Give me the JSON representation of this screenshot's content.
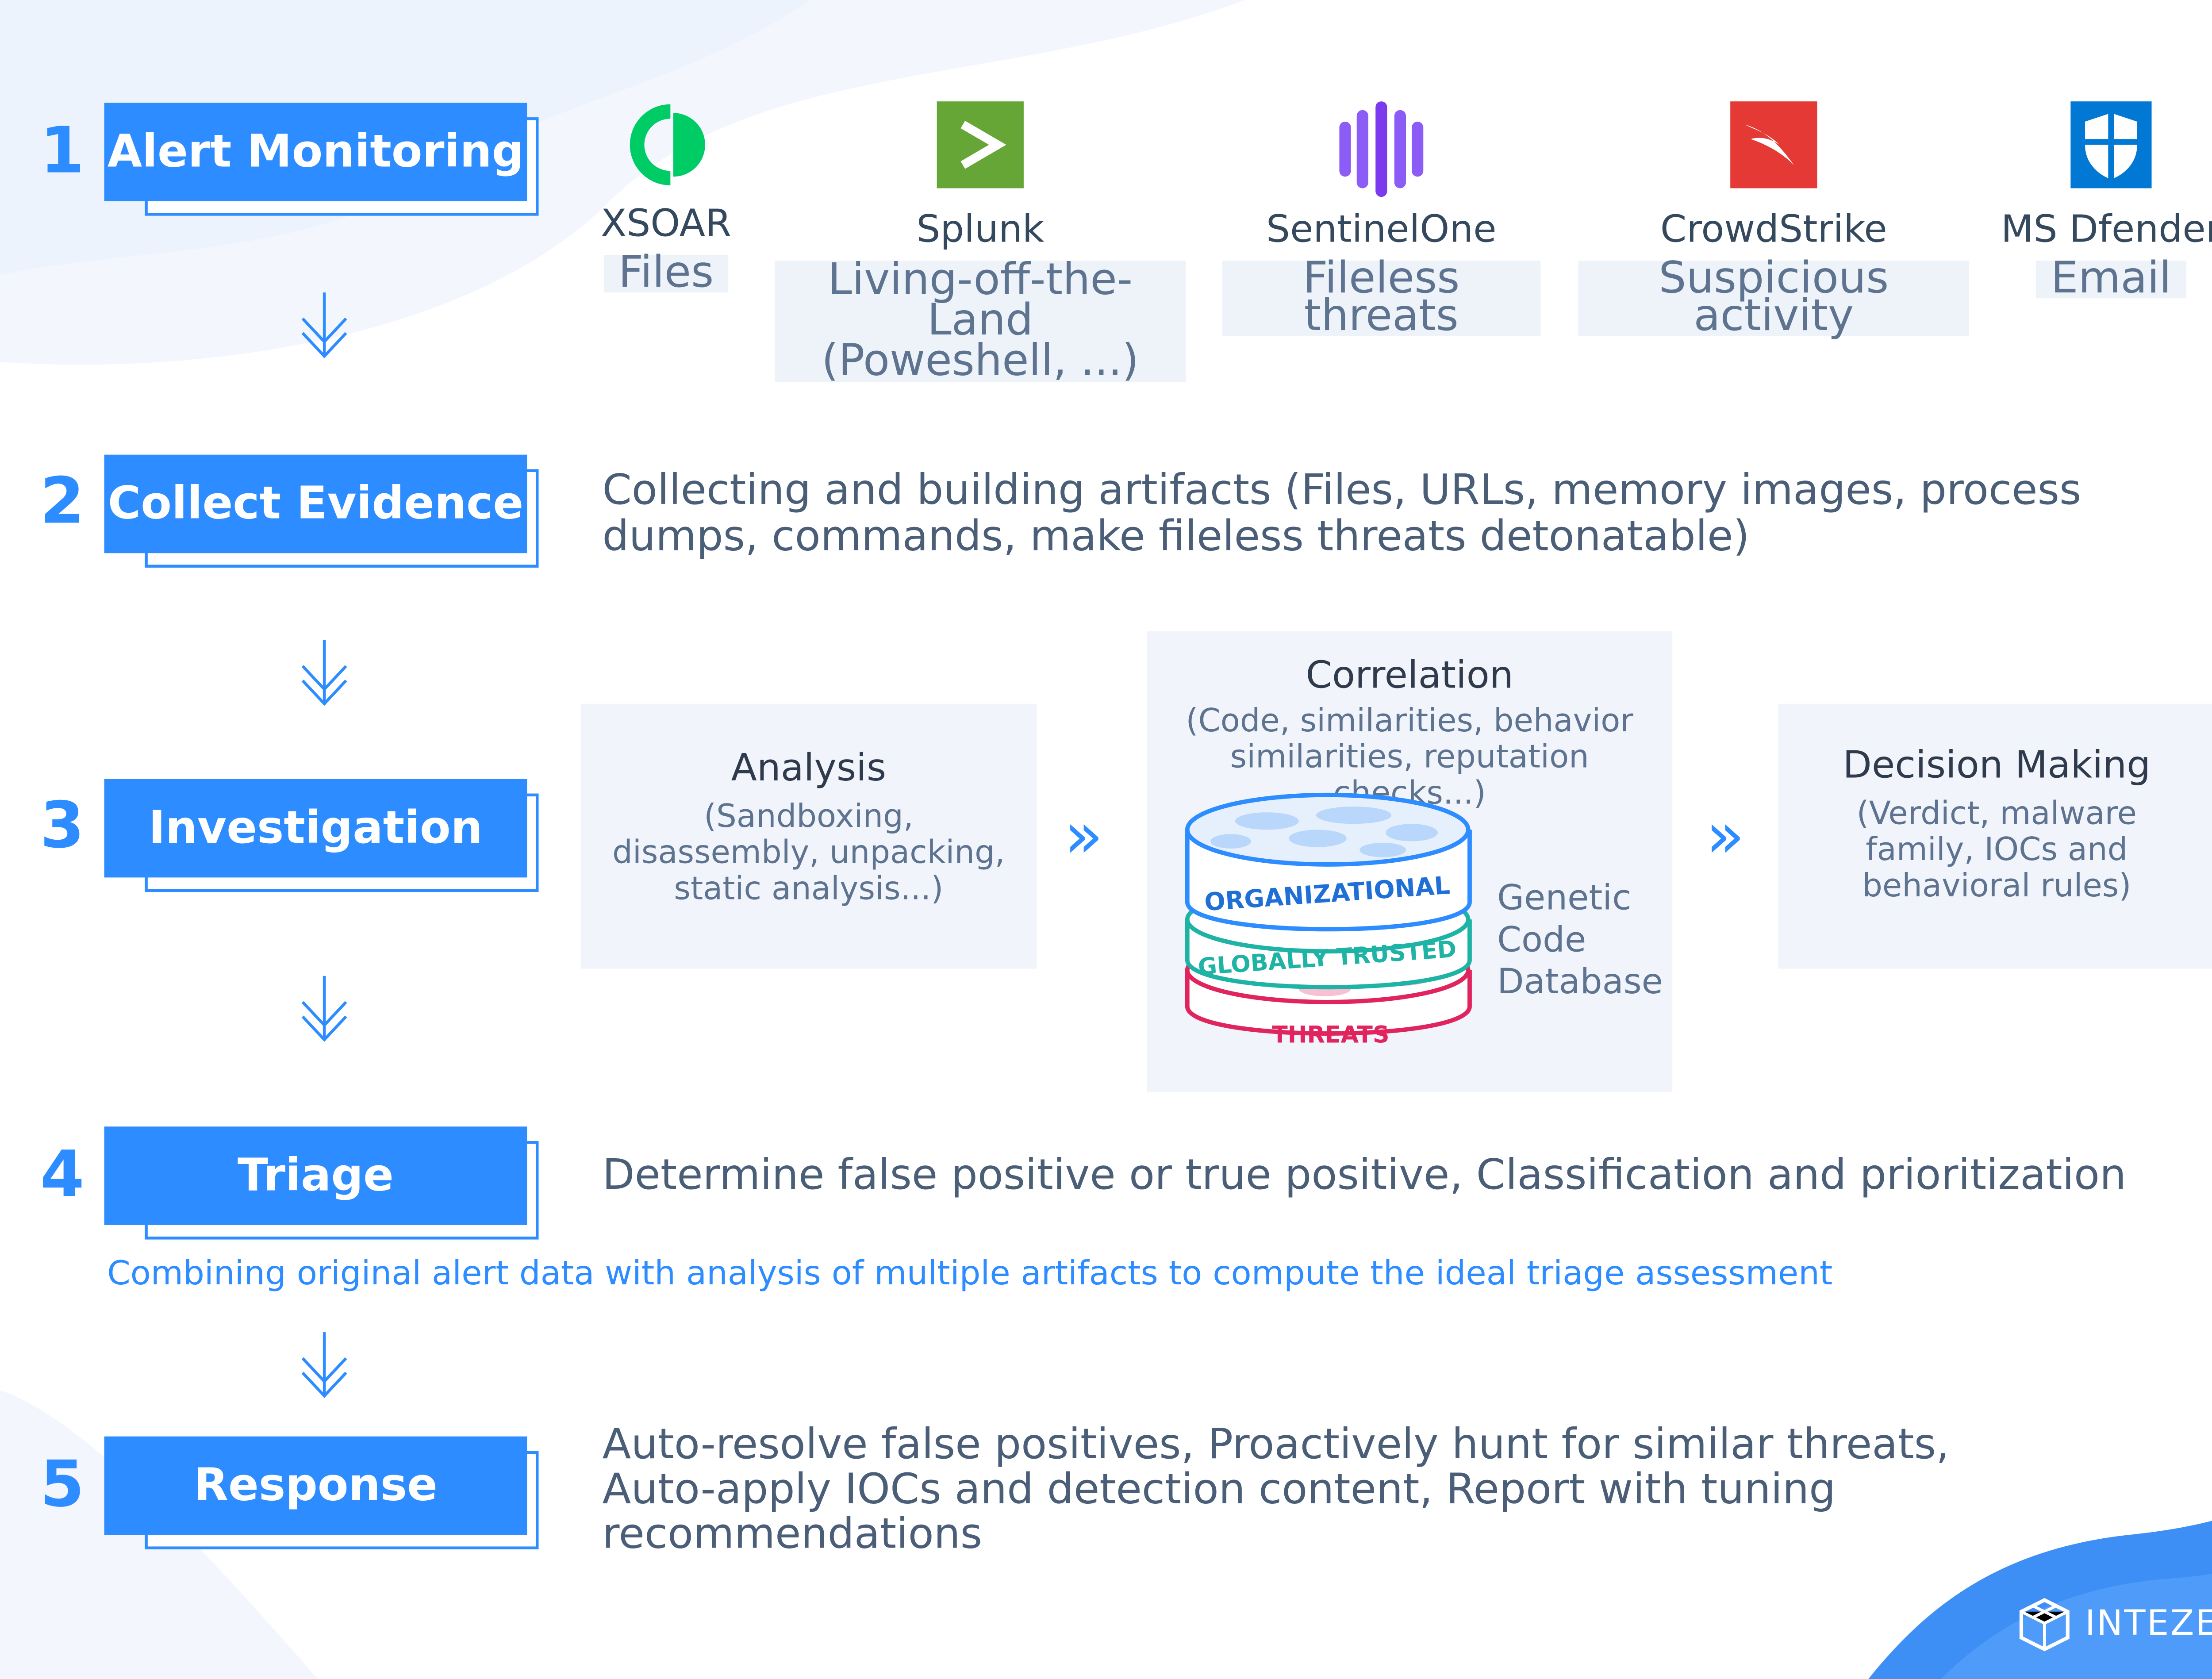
{
  "steps": [
    {
      "num": "1",
      "label": "Alert Monitoring"
    },
    {
      "num": "2",
      "label": "Collect Evidence"
    },
    {
      "num": "3",
      "label": "Investigation"
    },
    {
      "num": "4",
      "label": "Triage"
    },
    {
      "num": "5",
      "label": "Response"
    }
  ],
  "tools": [
    {
      "name": "XSOAR",
      "tag": "Files",
      "icon": "xsoar-logo-icon",
      "color": "#00cc66"
    },
    {
      "name": "Splunk",
      "tag": "Living-off-the-Land\n(Poweshell, ...)",
      "icon": "splunk-logo-icon",
      "color": "#65a637"
    },
    {
      "name": "SentinelOne",
      "tag": "Fileless threats",
      "icon": "sentinelone-logo-icon",
      "color": "#8b5cf6"
    },
    {
      "name": "CrowdStrike",
      "tag": "Suspicious activity",
      "icon": "crowdstrike-logo-icon",
      "color": "#e53935"
    },
    {
      "name": "MS Dfender",
      "tag": "Email",
      "icon": "ms-defender-shield-icon",
      "color": "#0078d4"
    }
  ],
  "collect_desc": "Collecting and building artifacts (Files, URLs, memory images, process dumps, commands, make fileless threats detonatable)",
  "investigation": {
    "analysis": {
      "title": "Analysis",
      "sub": "(Sandboxing, disassembly, unpacking, static analysis...)"
    },
    "correlation": {
      "title": "Correlation",
      "sub": "(Code, similarities, behavior similarities, reputation checks...)"
    },
    "database": {
      "layers": [
        "ORGANIZATIONAL",
        "GLOBALLY TRUSTED",
        "THREATS"
      ],
      "label": "Genetic Code Database"
    },
    "decision": {
      "title": "Decision Making",
      "sub": "(Verdict, malware family, IOCs and behavioral rules)"
    }
  },
  "triage_desc": "Determine false positive or true positive, Classification and prioritization",
  "triage_note": "Combining original alert data with analysis of multiple artifacts to compute the ideal triage assessment",
  "response_desc": "Auto-resolve false positives, Proactively hunt for similar threats, Auto-apply IOCs and detection content, Report with tuning recommendations",
  "brand": "INTEZER",
  "colors": {
    "accent": "#2d8cff",
    "text": "#4a5e78",
    "org": "#1f6fd6",
    "trusted": "#1fb3a5",
    "threats": "#e0245e"
  }
}
